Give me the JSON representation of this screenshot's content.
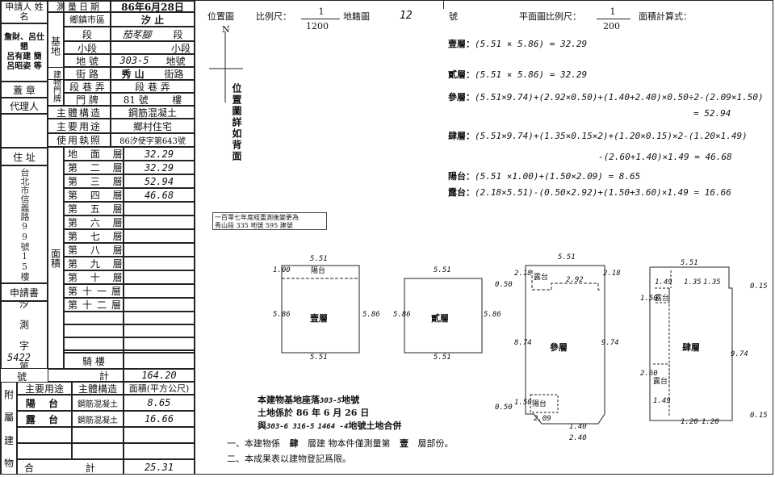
{
  "left": {
    "applicant_label": "申請人 姓 名",
    "applicant_name": "詹財、呂仕懇",
    "applicant_extra": "呂有建 簡 呂昭姿 等",
    "seal_label": "蓋 章",
    "agent_label": "代理人",
    "address_label": "住 址",
    "address_value": "台北市信義路99號15樓",
    "apply_label": "申請書",
    "apply_prefix": "汐 測 字 第",
    "apply_number": "5422",
    "apply_suffix": "號",
    "survey_date_label": "測量日期",
    "survey_date": "86年6月28日",
    "township_label": "鄉鎮市區",
    "township": "汐 止",
    "land_label": "基地",
    "section_label": "段",
    "section": "茄苳腳",
    "section_suffix": "段",
    "subsection_label": "小段",
    "subsection_suffix": "小段",
    "lotno_label": "地號",
    "lotno_label2": "地 號",
    "lotno": "303-5",
    "lotno_suffix": "地號",
    "bldg_label": "建物門牌",
    "street_label": "街 路",
    "street": "秀 山",
    "street_suffix": "街路",
    "lane_label": "段 巷 弄",
    "lane_value": "段 巷 弄",
    "door_label": "門 牌",
    "door_value": "81 號",
    "door_suffix": "樓",
    "structure_label": "主體構造",
    "structure": "鋼筋混凝土",
    "use_label": "主要用途",
    "use": "鄉村住宅",
    "license_label": "使用執照",
    "license": "86汐使字第643號",
    "floor_area_label": "面積",
    "floors": [
      {
        "name": "地 面 層",
        "area": "32.29"
      },
      {
        "name": "第 二 層",
        "area": "32.29"
      },
      {
        "name": "第 三 層",
        "area": "52.94"
      },
      {
        "name": "第 四 層",
        "area": "46.68"
      },
      {
        "name": "第 五 層",
        "area": ""
      },
      {
        "name": "第 六 層",
        "area": ""
      },
      {
        "name": "第 七 層",
        "area": ""
      },
      {
        "name": "第 八 層",
        "area": ""
      },
      {
        "name": "第 九 層",
        "area": ""
      },
      {
        "name": "第 十 層",
        "area": ""
      },
      {
        "name": "第十一層",
        "area": ""
      },
      {
        "name": "第十二層",
        "area": ""
      }
    ],
    "arcade_label": "騎 樓",
    "total_label": "合 計",
    "total": "164.20",
    "attach_label_1": "附",
    "attach_label_2": "屬",
    "attach_label_3": "建",
    "attach_label_4": "物",
    "attach_head_use": "主要用途",
    "attach_head_struct": "主體構造",
    "attach_head_area": "面積(平方公尺)",
    "attachments": [
      {
        "use": "陽 台",
        "struct": "鋼筋混凝土",
        "area": "8.65"
      },
      {
        "use": "露 台",
        "struct": "鋼筋混凝土",
        "area": "16.66"
      },
      {
        "use": "",
        "struct": "",
        "area": ""
      },
      {
        "use": "",
        "struct": "",
        "area": ""
      }
    ],
    "attach_total_label": "合 計",
    "attach_total": "25.31"
  },
  "right": {
    "loc_label": "位置圖",
    "scale_label": "比例尺：",
    "scale_num": "1",
    "scale_den": "1200",
    "cadastral_label": "地籍圖",
    "cadastral_no": "12",
    "cadastral_suffix": "號",
    "plan_scale_label": "平面圖比例尺：",
    "plan_num": "1",
    "plan_den": "200",
    "area_calc_label": "面積計算式：",
    "north": "N",
    "loc_note": "位置圖詳如背面",
    "calc": [
      {
        "label": "壹層：",
        "text": "(5.51 × 5.86) = 32.29"
      },
      {
        "label": "貳層：",
        "text": "(5.51 × 5.86) = 32.29"
      },
      {
        "label": "參層：",
        "text": "(5.51×9.74)+(2.92×0.50)+(1.40+2.40)×0.50÷2-(2.09×1.50)"
      },
      {
        "label": "",
        "text": "= 52.94"
      },
      {
        "label": "肆層：",
        "text": "(5.51×9.74)+(1.35×0.15×2)+(1.20×0.15)×2-(1.20×1.49)"
      },
      {
        "label": "",
        "text": "-(2.60+1.40)×1.49 = 46.68"
      },
      {
        "label": "陽台：",
        "text": "(5.51 ×1.00)+(1.50×2.09) = 8.65"
      },
      {
        "label": "露台：",
        "text": "(2.18×5.51)-(0.50×2.92)+(1.50+3.60)×1.49 = 16.66"
      }
    ],
    "stamp_line1": "一百零七年度經重測後變更為",
    "stamp_line2": "秀山段 335 地號 595 建號",
    "fl1_name": "壹層",
    "fl1_balcony": "陽台",
    "fl2_name": "貳層",
    "fl3_name": "參層",
    "fl3_terrace": "露台",
    "fl3_balcony": "陽台",
    "fl4_name": "肆層",
    "fl4_terrace": "露台",
    "fl4_terrace2": "露台",
    "dims": {
      "w551": "5.51",
      "d586": "5.86",
      "d974": "9.74",
      "d874": "8.74",
      "d100": "1.00",
      "d218": "2.18",
      "d292": "2.92",
      "d050": "0.50",
      "d150": "1.50",
      "d209": "2.09",
      "d140": "1.40",
      "d240": "2.40",
      "d149": "1.49",
      "d135": "1.35",
      "d260": "2.60",
      "d120": "1.20",
      "d015": "0.15"
    },
    "base_line1": "本建物基地座落",
    "base_lot": "303-5",
    "base_line1b": "地號",
    "base_line2": "土地係於 86 年 6 月 26 日",
    "base_line3a": "與",
    "base_lots": "303-6 316-5",
    "base_line3b": "1464 -4",
    "base_line3c": "地號土地合併",
    "note1_a": "一、本建物係",
    "note1_b": "肆",
    "note1_c": "層建 物本件僅測量第",
    "note1_d": "壹",
    "note1_e": "層部份。",
    "note2": "二、本成果表以建物登記爲限。"
  }
}
